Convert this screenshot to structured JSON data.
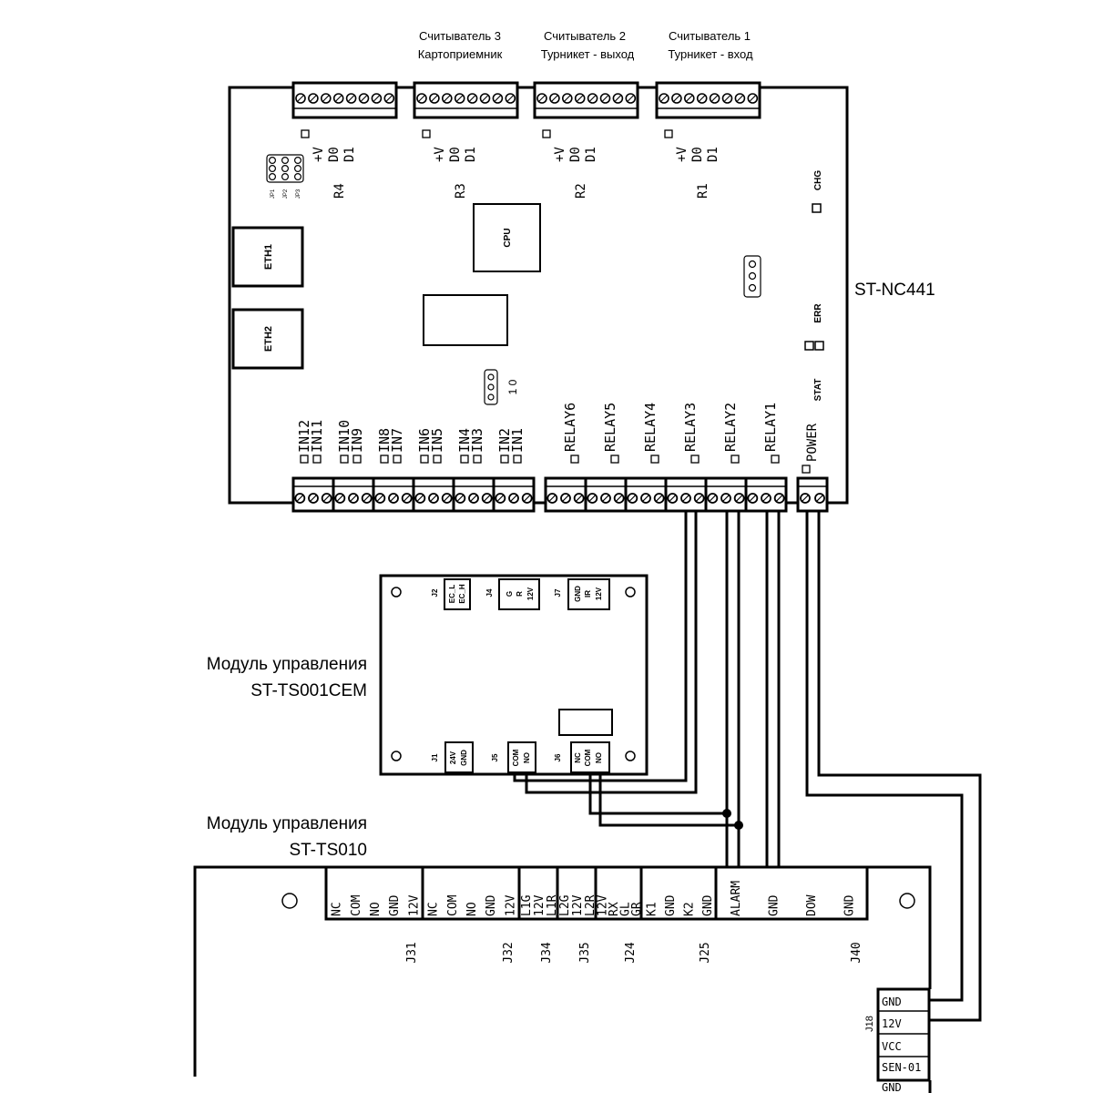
{
  "captions": {
    "reader3_line1": "Считыватель 3",
    "reader3_line2": "Картоприемник",
    "reader2_line1": "Считыватель 2",
    "reader2_line2": "Турникет - выход",
    "reader1_line1": "Считыватель 1",
    "reader1_line2": "Турникет - вход",
    "controller_name": "ST-NC441",
    "cem_line1": "Модуль управления",
    "cem_line2": "ST-TS001CEM",
    "ts010_line1": "Модуль управления",
    "ts010_line2": "ST-TS010"
  },
  "controller": {
    "reader_pins": [
      "+V",
      "D0",
      "D1"
    ],
    "reader_names": [
      "R4",
      "R3",
      "R2",
      "R1"
    ],
    "jumpers": [
      "JP1",
      "JP2",
      "JP3"
    ],
    "cpu": "CPU",
    "eth": [
      "ETH1",
      "ETH2"
    ],
    "chg": "CHG",
    "err": "ERR",
    "stat": "STAT",
    "power": "POWER",
    "io_jumper": "1 0",
    "inputs": [
      "IN12",
      "IN11",
      "IN10",
      "IN9",
      "IN8",
      "IN7",
      "IN6",
      "IN5",
      "IN4",
      "IN3",
      "IN2",
      "IN1"
    ],
    "relays": [
      "RELAY6",
      "RELAY5",
      "RELAY4",
      "RELAY3",
      "RELAY2",
      "RELAY1"
    ]
  },
  "cem": {
    "j2": "J2",
    "j2_pins": [
      "EC_L",
      "EC_H"
    ],
    "j4": "J4",
    "j4_pins": [
      "G",
      "R",
      "12V"
    ],
    "j7": "J7",
    "j7_pins": [
      "GND",
      "IR",
      "12V"
    ],
    "j1": "J1",
    "j1_pins": [
      "24V",
      "GND"
    ],
    "j5": "J5",
    "j5_pins": [
      "COM",
      "NO"
    ],
    "j6": "J6",
    "j6_pins": [
      "NC",
      "COM",
      "NO"
    ]
  },
  "ts010": {
    "groups": [
      {
        "name": "J31",
        "pins": [
          "NC",
          "COM",
          "NO",
          "GND",
          "12V"
        ]
      },
      {
        "name": "J32",
        "pins": [
          "NC",
          "COM",
          "NO",
          "GND",
          "12V"
        ]
      },
      {
        "name": "J34",
        "pins": [
          "L1G",
          "12V",
          "L1R"
        ]
      },
      {
        "name": "J35",
        "pins": [
          "L2G",
          "12V",
          "L2R"
        ]
      },
      {
        "name": "J24",
        "pins": [
          "12V",
          "RX",
          "GL",
          "GR"
        ]
      },
      {
        "name": "J25",
        "pins": [
          "K1",
          "GND",
          "K2",
          "GND"
        ]
      },
      {
        "name": "J40",
        "pins": [
          "ALARM",
          "GND",
          "DOW",
          "GND"
        ]
      }
    ],
    "j18": "J18",
    "j18_pins": [
      "GND",
      "12V",
      "VCC",
      "SEN-01",
      "GND"
    ]
  }
}
